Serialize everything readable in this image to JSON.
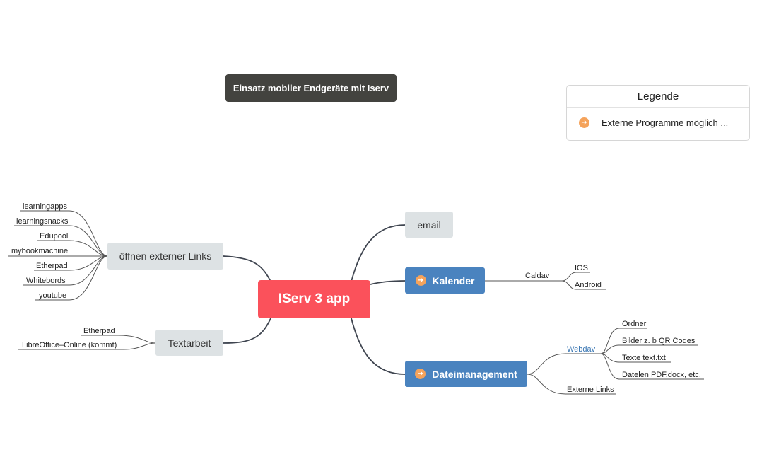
{
  "title": "Einsatz mobiler Endgeräte mit Iserv",
  "legend": {
    "heading": "Legende",
    "item_label": "Externe Programme möglich ...",
    "item_icon": "orange-arrow-icon"
  },
  "central": {
    "label": "IServ 3 app",
    "color": "#fb515b"
  },
  "branches": {
    "links": {
      "label": "öffnen externer Links",
      "children": [
        "learningapps",
        "learningsnacks",
        "Edupool",
        "mybookmachine",
        "Etherpad",
        "Whitebords",
        "youtube"
      ]
    },
    "text": {
      "label": "Textarbeit",
      "children": [
        "Etherpad",
        "LibreOffice–Online (kommt)"
      ]
    },
    "email": {
      "label": "email"
    },
    "calendar": {
      "label": "Kalender",
      "icon": "orange-arrow-icon",
      "sub": "Caldav",
      "children": [
        "IOS",
        "Android"
      ]
    },
    "files": {
      "label": "Dateimanagement",
      "icon": "orange-arrow-icon",
      "webdav": "Webdav",
      "webdav_children": [
        "Ordner",
        "Bilder z. b QR Codes",
        "Texte text.txt",
        "Datelen PDF,docx, etc."
      ],
      "external": "Externe Links"
    }
  },
  "colors": {
    "topic_blue": "#4a83bf",
    "topic_gray": "#dde2e4",
    "accent_orange": "#f5a35b",
    "title_dark": "#43433f",
    "webdav_text": "#3c78b4"
  }
}
